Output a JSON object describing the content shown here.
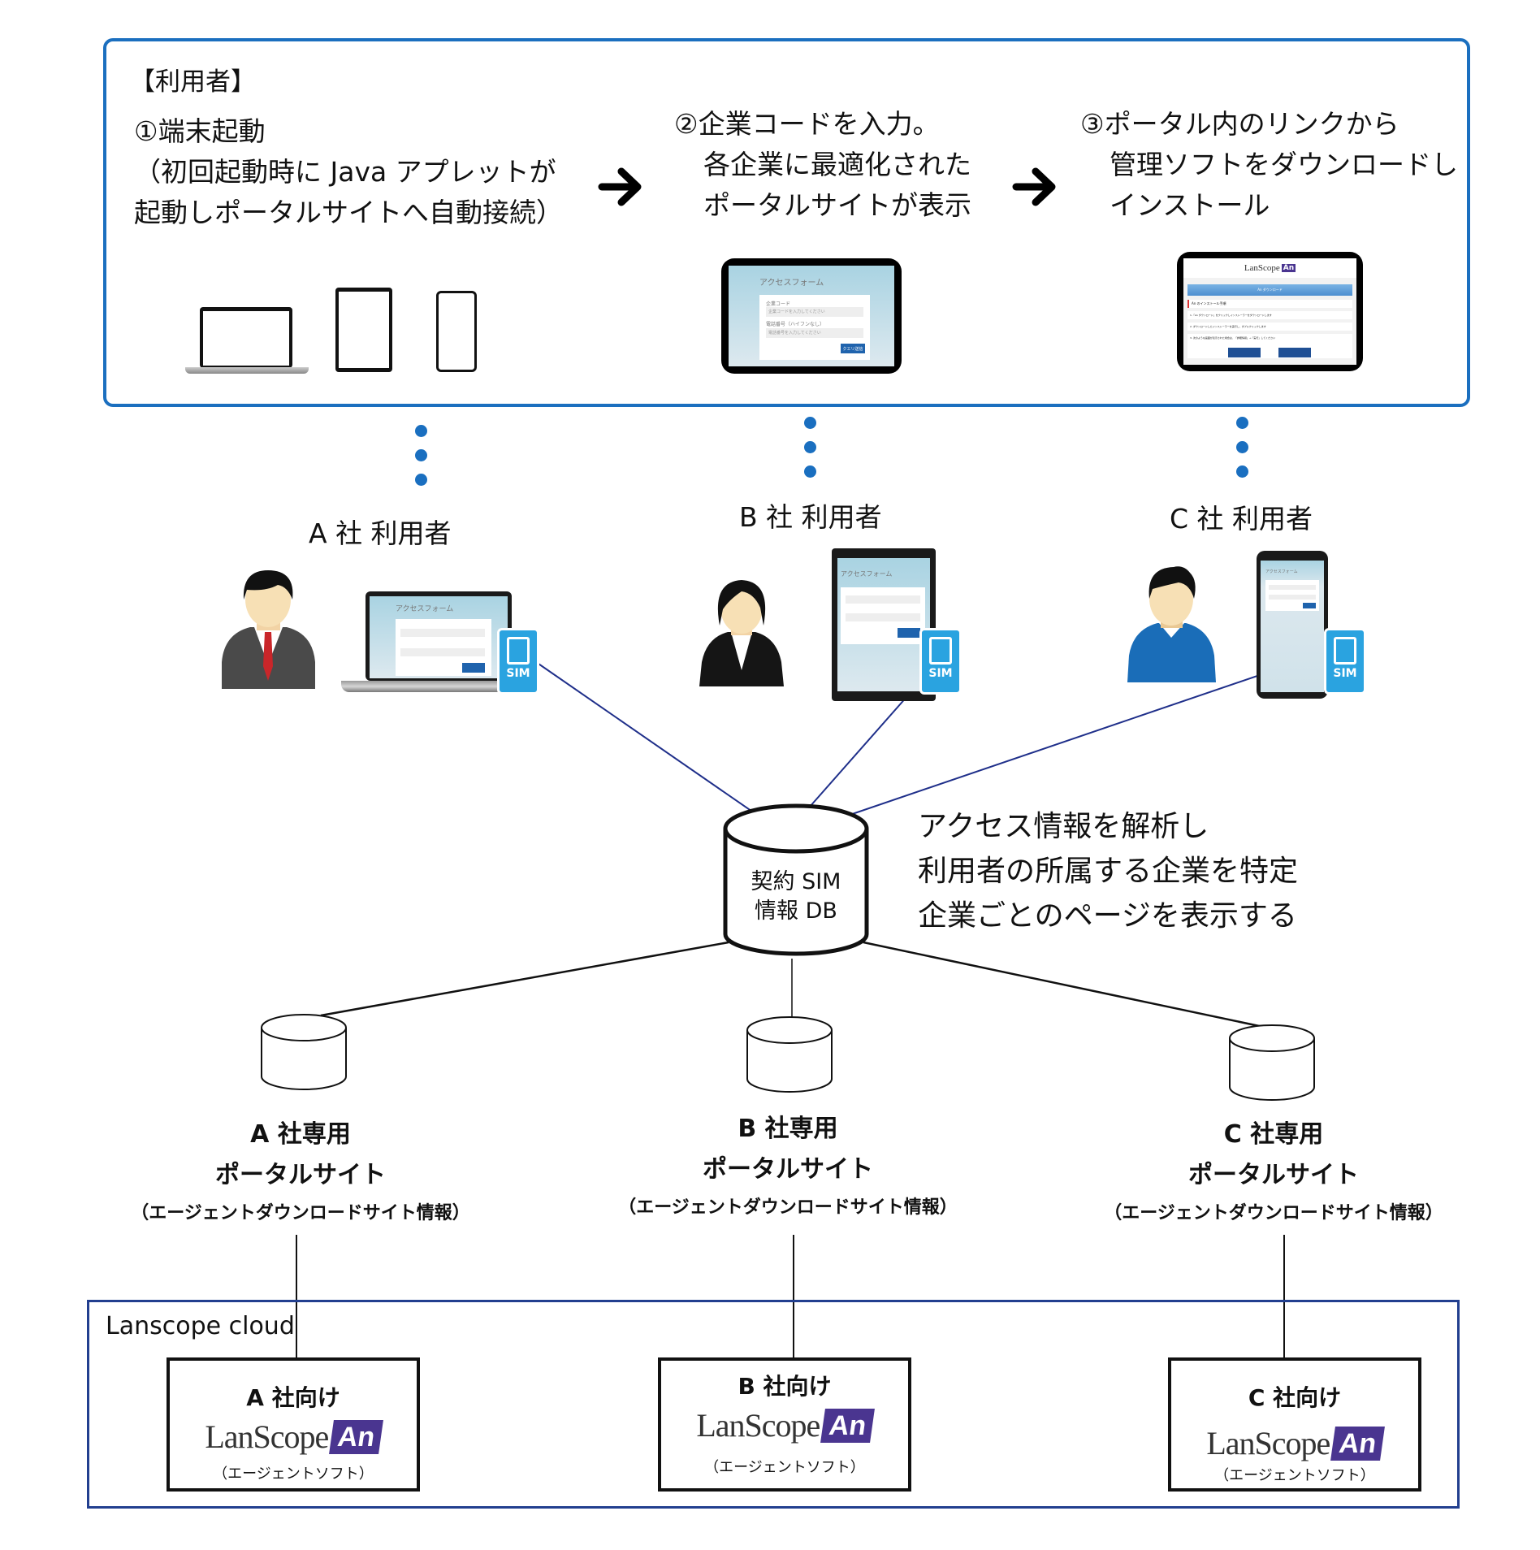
{
  "top_panel": {
    "heading": "【利用者】",
    "steps": [
      {
        "lines": [
          "①端末起動",
          "（初回起動時に Java アプレットが",
          "起動しポータルサイトへ自動接続）"
        ]
      },
      {
        "lines": [
          "②企業コードを入力。",
          "各企業に最適化された",
          "ポータルサイトが表示"
        ]
      },
      {
        "lines": [
          "③ポータル内のリンクから",
          "管理ソフトをダウンロードし",
          "インストール"
        ]
      }
    ],
    "access_form": {
      "title": "アクセスフォーム",
      "company_code_label": "企業コード",
      "company_code_placeholder": "企業コードを入力してください",
      "phone_label": "電話番号（ハイフンなし）",
      "phone_placeholder": "電話番号を入力してください",
      "submit_label": "クエリ送信"
    },
    "portal_screen": {
      "logo_text": "LanScope",
      "logo_badge": "An",
      "download_button": "An ダウンロード",
      "section_title": "An のインストール手順",
      "steps": [
        "1.「An ダウンロード」をクリックしインストーラーをダウンロードします",
        "2. ダウンロードしたインストーラーを実行し、ダブルクリックします",
        "3. 次のような画面が表示された場合は、「詳細情報」→「実行」してください"
      ]
    }
  },
  "users": [
    {
      "label": "A 社  利用者",
      "device": "laptop",
      "sim": "SIM"
    },
    {
      "label": "B 社  利用者",
      "device": "tablet",
      "sim": "SIM"
    },
    {
      "label": "C 社  利用者",
      "device": "smartphone",
      "sim": "SIM"
    }
  ],
  "central_db": {
    "lines": [
      "契約 SIM",
      "情報 DB"
    ],
    "caption": [
      "アクセス情報を解析し",
      "利用者の所属する企業を特定",
      "企業ごとのページを表示する"
    ]
  },
  "portals": [
    {
      "line1": "A 社専用",
      "line2": "ポータルサイト",
      "line3": "（エージェントダウンロードサイト情報）"
    },
    {
      "line1": "B 社専用",
      "line2": "ポータルサイト",
      "line3": "（エージェントダウンロードサイト情報）"
    },
    {
      "line1": "C 社専用",
      "line2": "ポータルサイト",
      "line3": "（エージェントダウンロードサイト情報）"
    }
  ],
  "cloud": {
    "label": "Lanscope cloud",
    "agents": [
      {
        "title": "A 社向け",
        "logo_text": "LanScope",
        "logo_badge": "An",
        "subtitle": "（エージェントソフト）"
      },
      {
        "title": "B 社向け",
        "logo_text": "LanScope",
        "logo_badge": "An",
        "subtitle": "（エージェントソフト）"
      },
      {
        "title": "C 社向け",
        "logo_text": "LanScope",
        "logo_badge": "An",
        "subtitle": "（エージェントソフト）"
      }
    ]
  },
  "colors": {
    "panel_border": "#1b6fbf",
    "dots": "#1a6fc0",
    "sim_line": "#1f2f8a",
    "cloud_border": "#223f8f",
    "logo_badge": "#4a3590",
    "sim_card": "#2aa3e0"
  }
}
